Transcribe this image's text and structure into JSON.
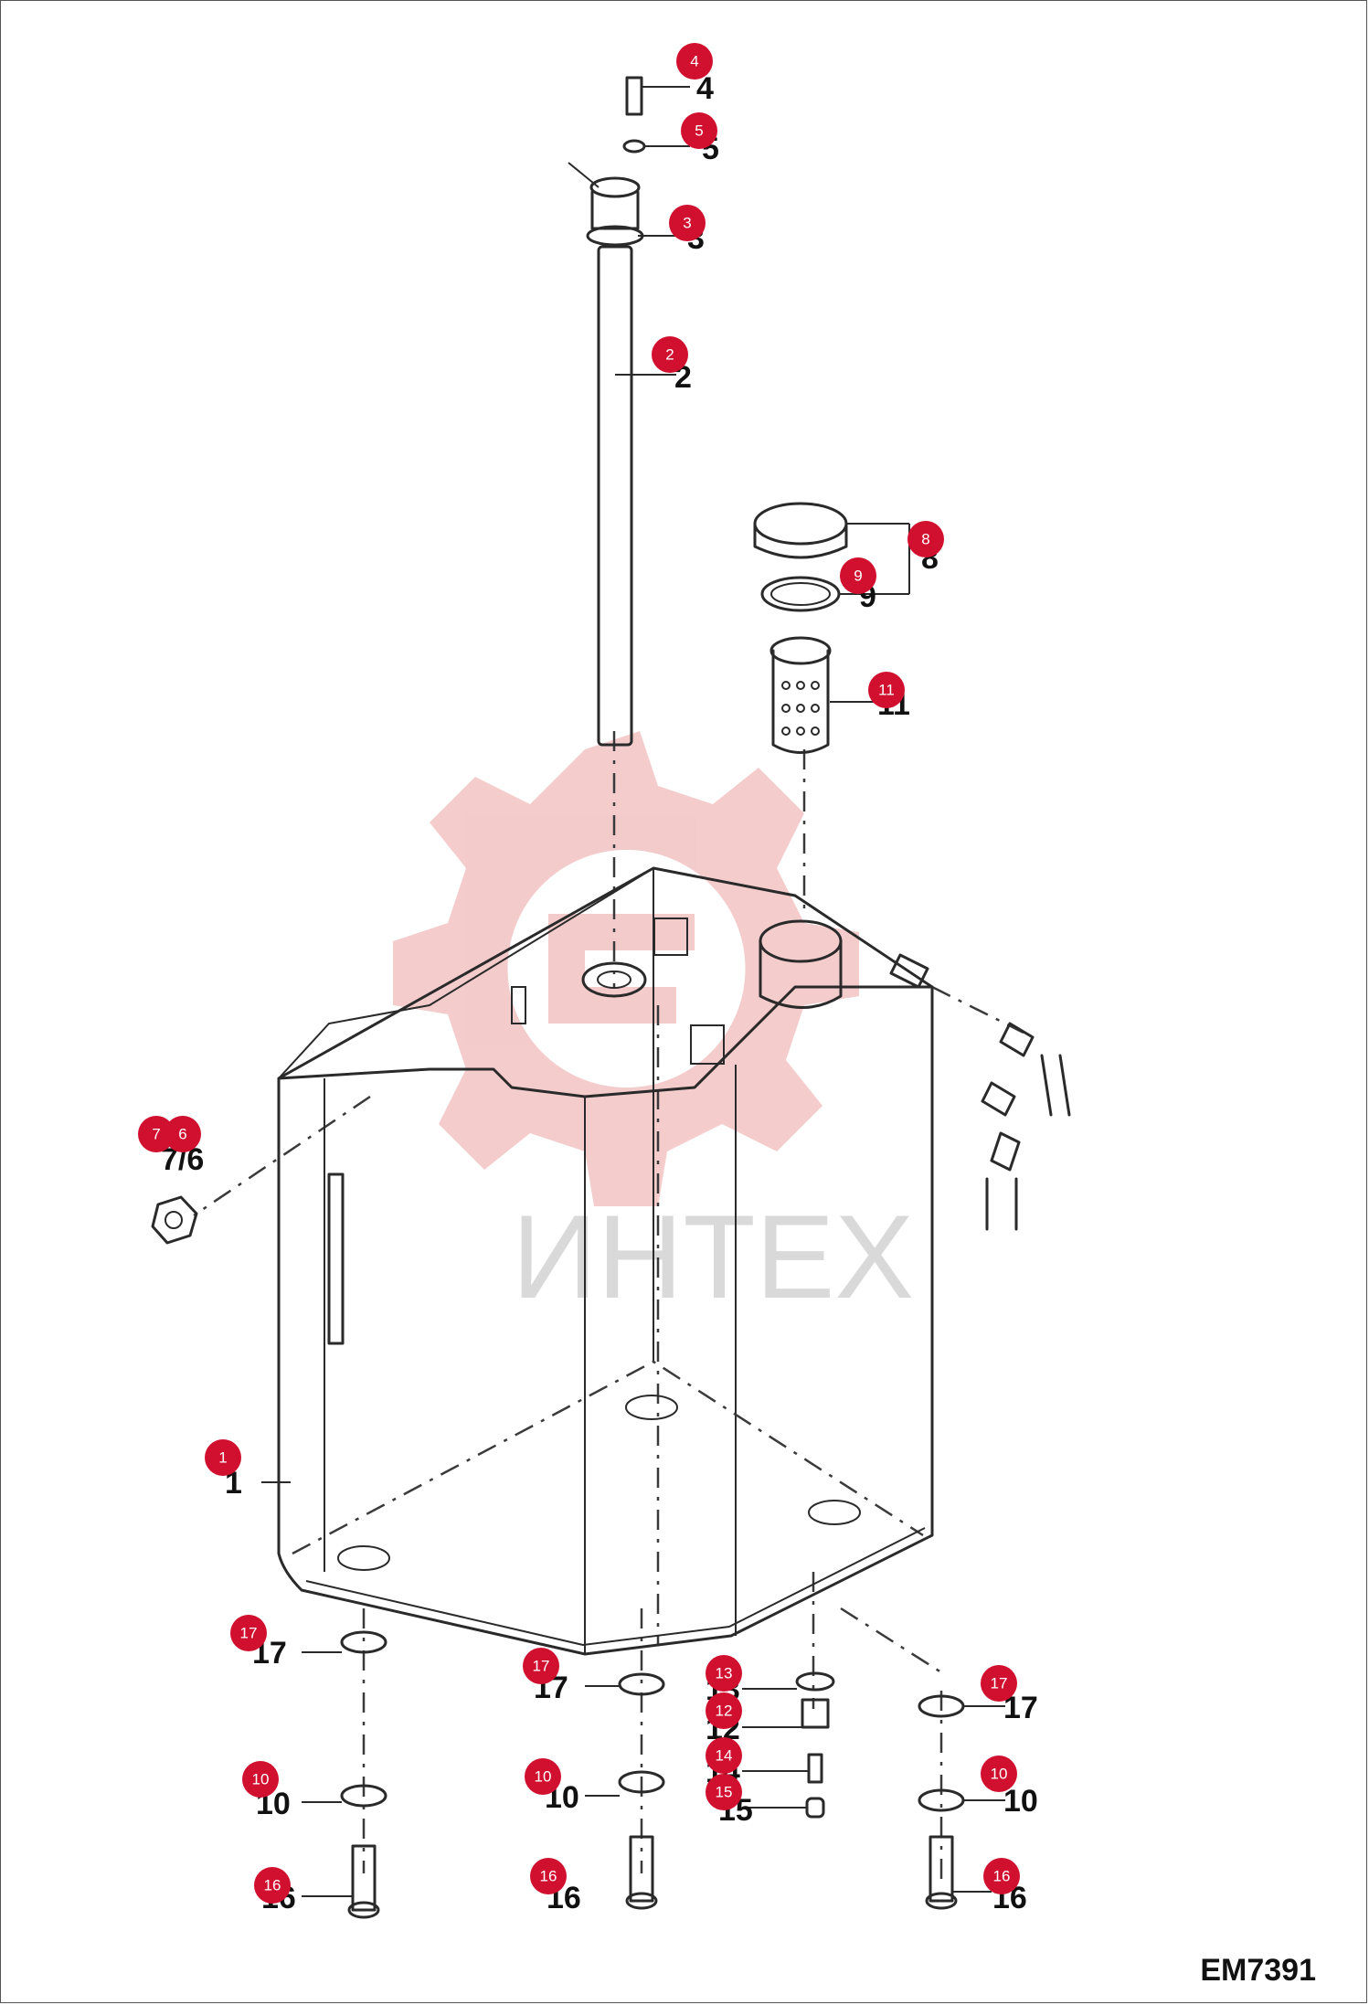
{
  "diagram_code": "EM7391",
  "watermark_text": "ИНТЕХ",
  "callouts": [
    {
      "badge": "1",
      "label": "1"
    },
    {
      "badge": "2",
      "label": "2"
    },
    {
      "badge": "3",
      "label": "3"
    },
    {
      "badge": "4",
      "label": "4"
    },
    {
      "badge": "5",
      "label": "5"
    },
    {
      "badge": "6",
      "label": "6"
    },
    {
      "badge": "7",
      "label": "7/6"
    },
    {
      "badge": "8",
      "label": "8"
    },
    {
      "badge": "9",
      "label": "9"
    },
    {
      "badge": "10",
      "label": "10"
    },
    {
      "badge": "10",
      "label": "10"
    },
    {
      "badge": "10",
      "label": "10"
    },
    {
      "badge": "11",
      "label": "11"
    },
    {
      "badge": "12",
      "label": "12"
    },
    {
      "badge": "13",
      "label": "13"
    },
    {
      "badge": "14",
      "label": "14"
    },
    {
      "badge": "15",
      "label": "15"
    },
    {
      "badge": "16",
      "label": "16"
    },
    {
      "badge": "16",
      "label": "16"
    },
    {
      "badge": "16",
      "label": "16"
    },
    {
      "badge": "17",
      "label": "17"
    },
    {
      "badge": "17",
      "label": "17"
    },
    {
      "badge": "17",
      "label": "17"
    }
  ],
  "colors": {
    "badge": "#d0102e",
    "line": "#2a2a2a",
    "watermark_gear": "#f3c6c6",
    "watermark_text": "#d9d9d9"
  }
}
